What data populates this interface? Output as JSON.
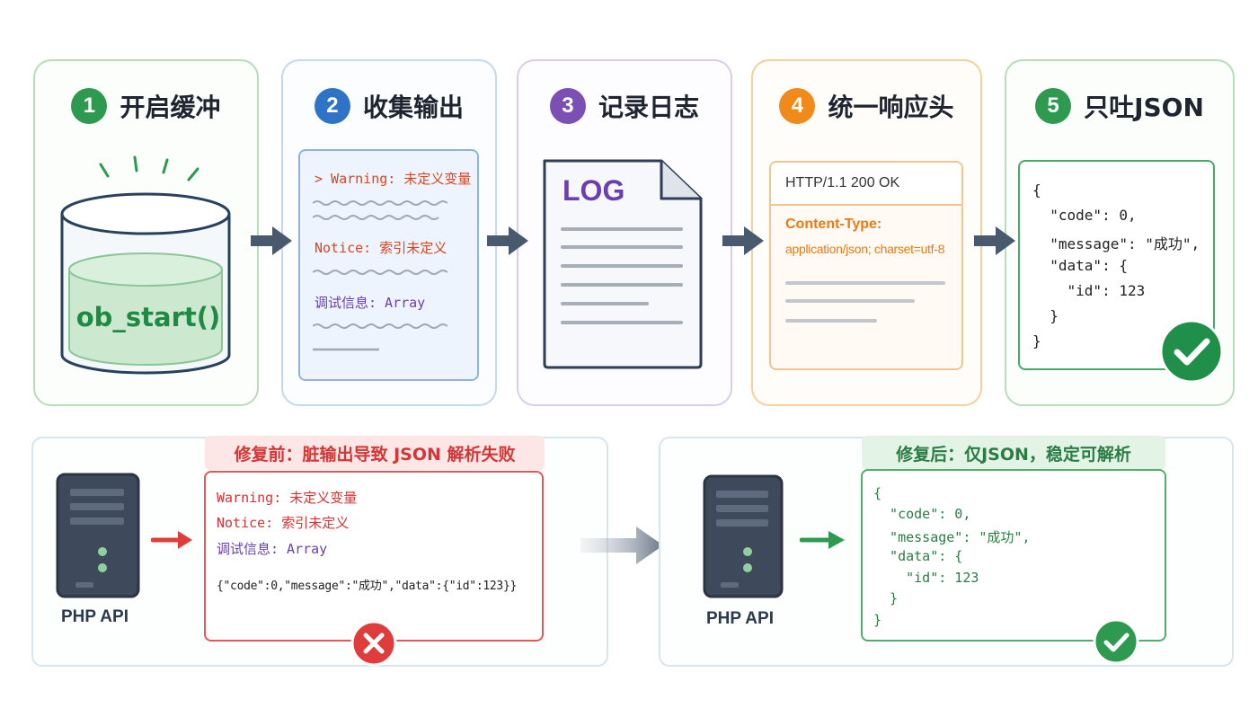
{
  "steps": [
    {
      "num": "1",
      "title": "开启缓冲",
      "color": "#2e9a4f"
    },
    {
      "num": "2",
      "title": "收集输出",
      "color": "#2f73c6"
    },
    {
      "num": "3",
      "title": "记录日志",
      "color": "#7b4fb3"
    },
    {
      "num": "4",
      "title": "统一响应头",
      "color": "#f08a1a"
    },
    {
      "num": "5",
      "title": "只吐JSON",
      "color": "#2e9a4f"
    }
  ],
  "step1": {
    "buffer_label": "ob_start()"
  },
  "step2": {
    "warning": "> Warning: 未定义变量",
    "notice": "Notice: 索引未定义",
    "debug": "调试信息: Array"
  },
  "step3": {
    "log_label": "LOG"
  },
  "step4": {
    "status_line": "HTTP/1.1 200 OK",
    "header_name": "Content-Type:",
    "header_value": "application/json; charset=utf-8"
  },
  "step5": {
    "json_lines": [
      "{",
      "  \"code\": 0,",
      "  \"message\": \"成功\",",
      "  \"data\": {",
      "    \"id\": 123",
      "  }",
      "}"
    ]
  },
  "before": {
    "tag": "修复前：脏输出导致 JSON 解析失败",
    "api_label": "PHP API",
    "warning": "Warning: 未定义变量",
    "notice": "Notice: 索引未定义",
    "debug": "调试信息: Array",
    "raw_json": "{\"code\":0,\"message\":\"成功\",\"data\":{\"id\":123}}"
  },
  "after": {
    "tag": "修复后：仅JSON，稳定可解析",
    "api_label": "PHP API",
    "json_lines": [
      "{",
      "  \"code\": 0,",
      "  \"message\": \"成功\",",
      "  \"data\": {",
      "    \"id\": 123",
      "  }",
      "}"
    ]
  },
  "colors": {
    "green": "#2e9a4f",
    "blue": "#2f73c6",
    "purple": "#7b4fb3",
    "orange": "#f08a1a",
    "red": "#e03c3c",
    "arrow": "#4a5a6e"
  }
}
